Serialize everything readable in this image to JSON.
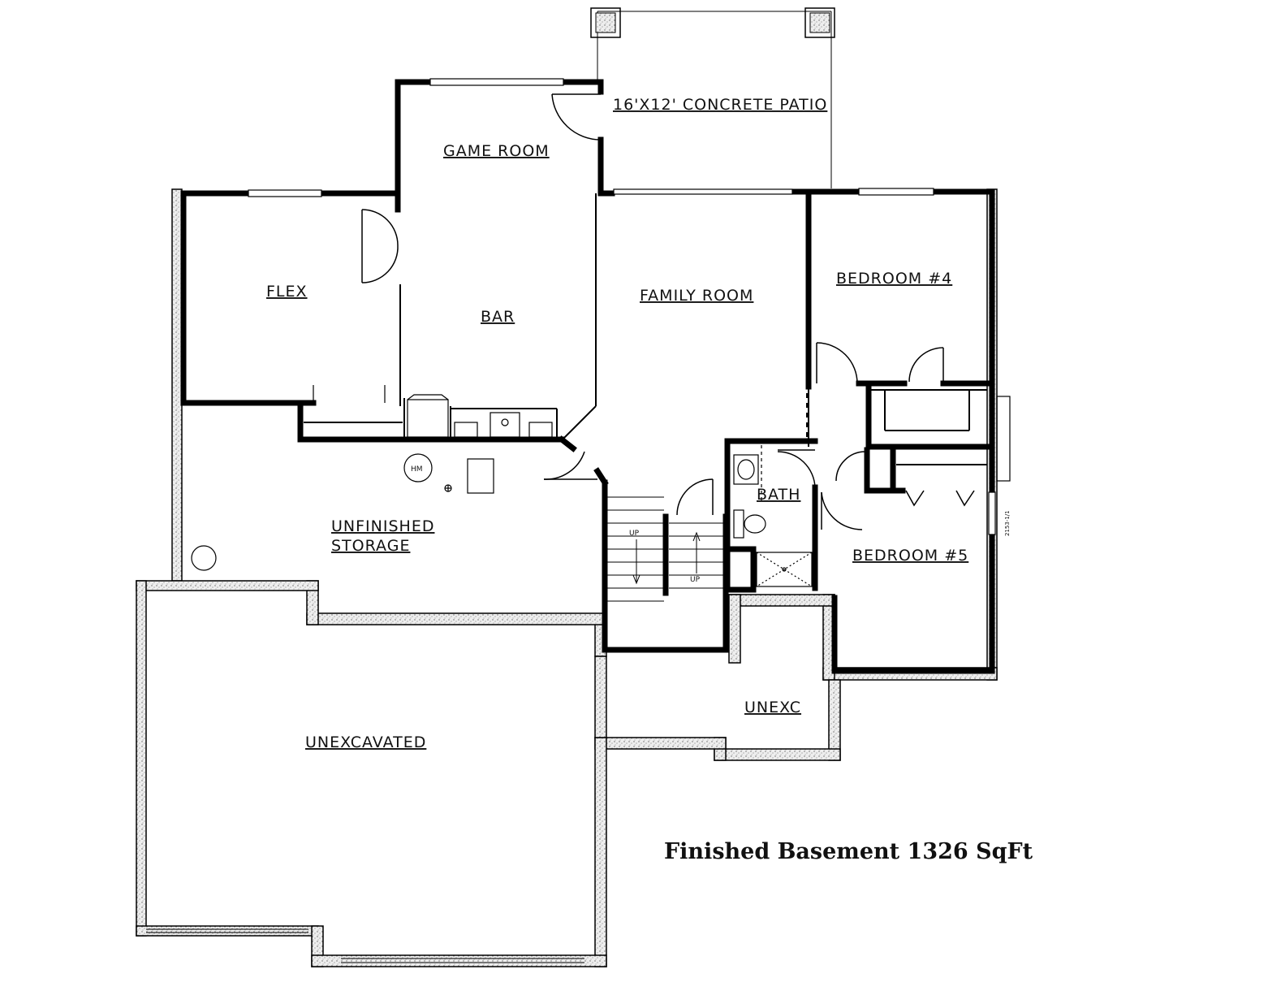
{
  "rooms": {
    "patio": "16'X12' CONCRETE PATIO",
    "game_room": "GAME ROOM",
    "flex": "FLEX",
    "bar": "BAR",
    "family_room": "FAMILY ROOM",
    "bedroom4": "BEDROOM #4",
    "bath": "BATH",
    "bedroom5": "BEDROOM #5",
    "storage_line1": "UNFINISHED",
    "storage_line2": "STORAGE",
    "unexc": "UNEXC",
    "unexcavated": "UNEXCAVATED"
  },
  "fixtures": {
    "water_heater": "HM",
    "stair_up_left": "UP",
    "stair_up_right": "UP",
    "window_tag": "2153-1/1"
  },
  "caption": "Finished Basement 1326 SqFt",
  "colors": {
    "wall": "#000000",
    "foundation_fill": "#e6e6e6",
    "background": "#ffffff"
  }
}
